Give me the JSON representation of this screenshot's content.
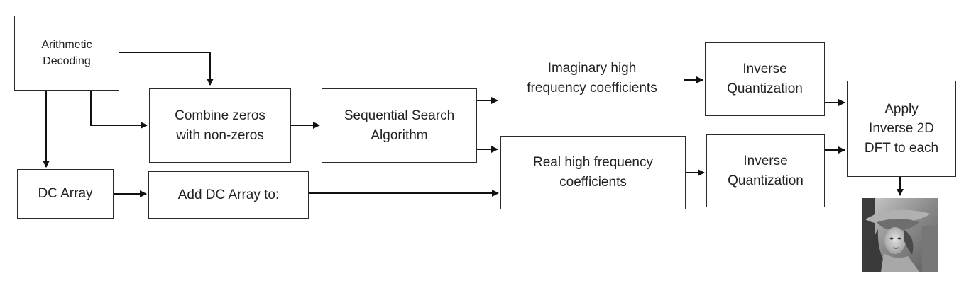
{
  "diagram": {
    "nodes": {
      "arithmetic_decoding": "Arithmetic\nDecoding",
      "dc_array": "DC Array",
      "combine_zeros": "Combine zeros\nwith non-zeros",
      "add_dc_array": "Add DC Array to:",
      "sequential_search": "Sequential Search\nAlgorithm",
      "imaginary_coeffs": "Imaginary high\nfrequency coefficients",
      "real_coeffs": "Real high frequency\ncoefficients",
      "inverse_quant_top": "Inverse\nQuantization",
      "inverse_quant_bottom": "Inverse\nQuantization",
      "apply_inverse_dft": "Apply\nInverse 2D\nDFT to each"
    },
    "edges": [
      {
        "from": "arithmetic_decoding",
        "to": "combine_zeros"
      },
      {
        "from": "arithmetic_decoding",
        "to": "combine_zeros"
      },
      {
        "from": "arithmetic_decoding",
        "to": "dc_array"
      },
      {
        "from": "dc_array",
        "to": "add_dc_array"
      },
      {
        "from": "add_dc_array",
        "to": "real_coeffs"
      },
      {
        "from": "combine_zeros",
        "to": "sequential_search"
      },
      {
        "from": "sequential_search",
        "to": "imaginary_coeffs"
      },
      {
        "from": "sequential_search",
        "to": "real_coeffs"
      },
      {
        "from": "imaginary_coeffs",
        "to": "inverse_quant_top"
      },
      {
        "from": "real_coeffs",
        "to": "inverse_quant_bottom"
      },
      {
        "from": "inverse_quant_top",
        "to": "apply_inverse_dft"
      },
      {
        "from": "inverse_quant_bottom",
        "to": "apply_inverse_dft"
      },
      {
        "from": "apply_inverse_dft",
        "to": "output_image"
      }
    ],
    "colors": {
      "line": "#111111",
      "border": "#2b2b2b",
      "text": "#222222"
    },
    "output_image_icon": "grayscale-portrait-image"
  }
}
